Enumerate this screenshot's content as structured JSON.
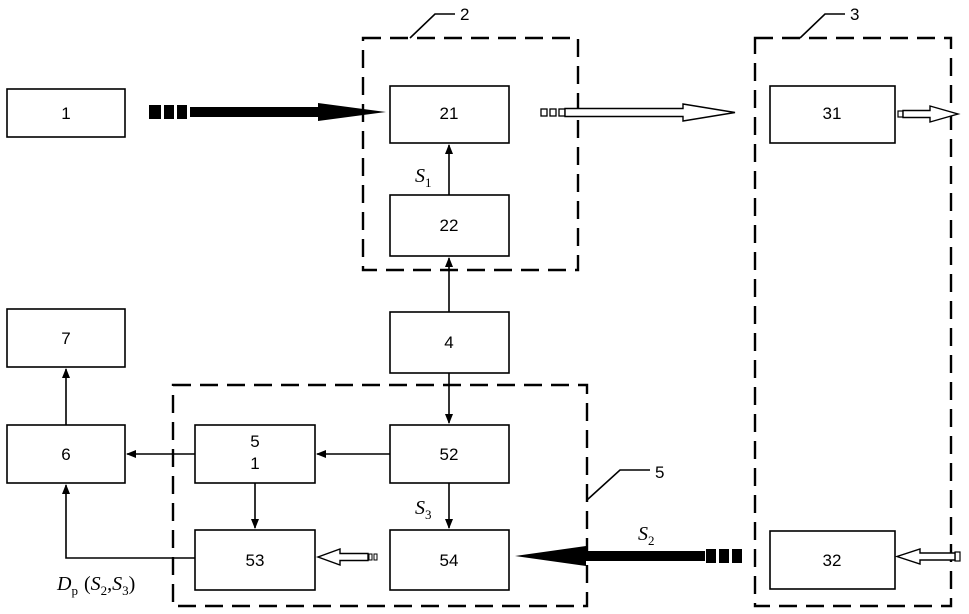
{
  "blocks": {
    "b1": "1",
    "b21": "21",
    "b22": "22",
    "b31": "31",
    "b32": "32",
    "b4": "4",
    "b7": "7",
    "b6": "6",
    "b51_line1": "5",
    "b51_line2": "1",
    "b52": "52",
    "b53": "53",
    "b54": "54"
  },
  "group_labels": {
    "g2": "2",
    "g3": "3",
    "g5": "5"
  },
  "signals": {
    "s1": {
      "symbol": "S",
      "sub": "1"
    },
    "s2": {
      "symbol": "S",
      "sub": "2"
    },
    "s3": {
      "symbol": "S",
      "sub": "3"
    },
    "dp": {
      "symbol": "D",
      "sub": "p",
      "open": "(",
      "a_symbol": "S",
      "a_sub": "2",
      "comma": ",",
      "b_symbol": "S",
      "b_sub": "3",
      "close": ")"
    }
  },
  "colors": {
    "line": "#000000",
    "background": "#ffffff",
    "beam_solid": "#000000",
    "beam_hollow": "#ffffff"
  }
}
